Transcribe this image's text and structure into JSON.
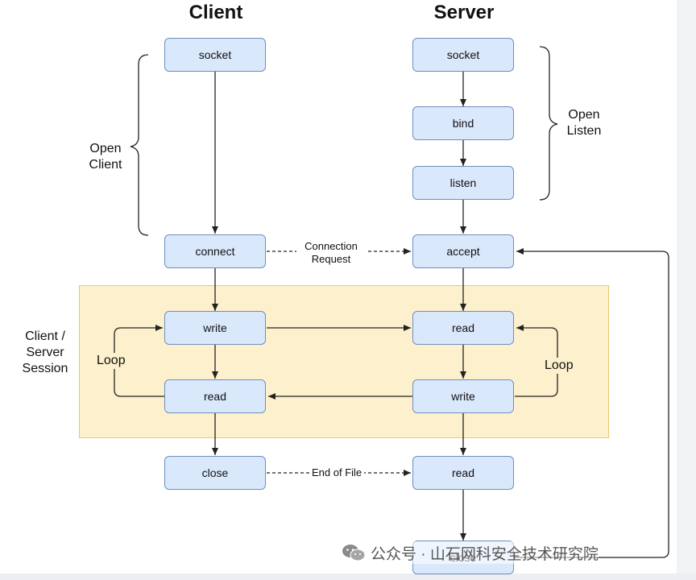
{
  "headings": {
    "client": "Client",
    "server": "Server"
  },
  "client_nodes": {
    "socket": "socket",
    "connect": "connect",
    "write": "write",
    "read": "read",
    "close": "close"
  },
  "server_nodes": {
    "socket": "socket",
    "bind": "bind",
    "listen": "listen",
    "accept": "accept",
    "read": "read",
    "write": "write",
    "read_eof": "read",
    "close": "close"
  },
  "group_labels": {
    "open_client": [
      "Open",
      "Client"
    ],
    "open_listen": [
      "Open",
      "Listen"
    ],
    "session": [
      "Client /",
      "Server",
      "Session"
    ]
  },
  "edge_labels": {
    "connection_request": [
      "Connection",
      "Request"
    ],
    "end_of_file": "End of File",
    "loop_client": "Loop",
    "loop_server": "Loop"
  },
  "watermark": {
    "text": "公众号 · 山石网科安全技术研究院",
    "icon": "wechat-icon"
  },
  "colors": {
    "box_fill": "#dae8fc",
    "box_border": "#6c8ebf",
    "session_fill": "#fdf0cc",
    "session_border": "#e8c770"
  }
}
